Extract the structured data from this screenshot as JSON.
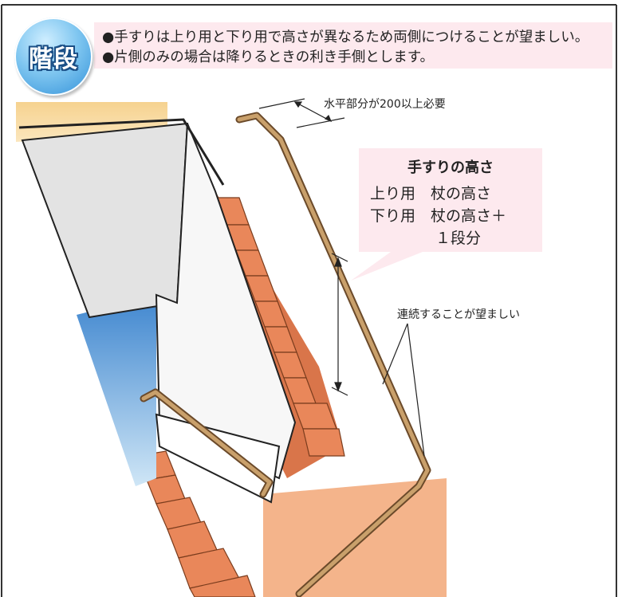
{
  "header": {
    "badge": "階段",
    "line1": "●手すりは上り用と下り用で高さが異なるため両側につけることが望ましい。",
    "line2": "●片側のみの場合は降りるときの利き手側とします。"
  },
  "annotations": {
    "horizontal": "水平部分が200以上必要",
    "continuous": "連続することが望ましい"
  },
  "callout": {
    "title": "手すりの高さ",
    "row1": "上り用　杖の高さ",
    "row2": "下り用　杖の高さ＋",
    "row3": "１段分"
  },
  "colors": {
    "accent_pink": "#fde9ee",
    "badge_blue": "#2f8fd8",
    "stair_orange": "#d9754a",
    "handrail_brown": "#b78a57"
  }
}
